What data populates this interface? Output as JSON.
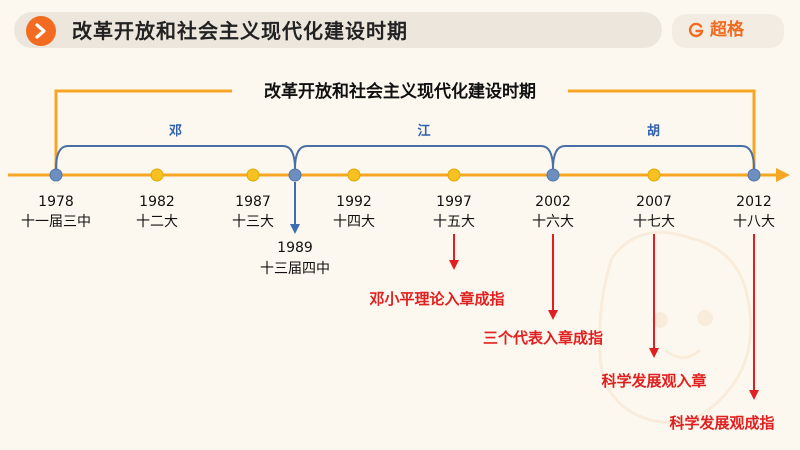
{
  "header": {
    "title": "改革开放和社会主义现代化建设时期",
    "brand": "超格"
  },
  "diagram": {
    "title": "改革开放和社会主义现代化建设时期",
    "leaders": [
      {
        "name": "邓",
        "from": 0,
        "to": 3
      },
      {
        "name": "江",
        "from": 3,
        "to": 6
      },
      {
        "name": "胡",
        "from": 6,
        "to": 8
      }
    ],
    "events": [
      {
        "year": "1978",
        "label": "十一届三中"
      },
      {
        "year": "1982",
        "label": "十二大"
      },
      {
        "year": "1987",
        "label": "十三大"
      },
      {
        "year": "1989",
        "label": "十三届四中"
      },
      {
        "year": "1992",
        "label": "十四大"
      },
      {
        "year": "1997",
        "label": "十五大"
      },
      {
        "year": "2002",
        "label": "十六大"
      },
      {
        "year": "2007",
        "label": "十七大"
      },
      {
        "year": "2012",
        "label": "十八大"
      }
    ],
    "annotations": [
      {
        "event": 5,
        "text": "邓小平理论入章成指"
      },
      {
        "event": 6,
        "text": "三个代表入章成指"
      },
      {
        "event": 7,
        "text": "科学发展观入章"
      },
      {
        "event": 8,
        "text": "科学发展观成指"
      }
    ],
    "colors": {
      "axis": "#f5a623",
      "bracket": "#4a6fa5",
      "endpoint": "#6c8fc0",
      "dot": "#f7c221",
      "annotation": "#e02020",
      "leader": "#2f5fb0"
    }
  }
}
